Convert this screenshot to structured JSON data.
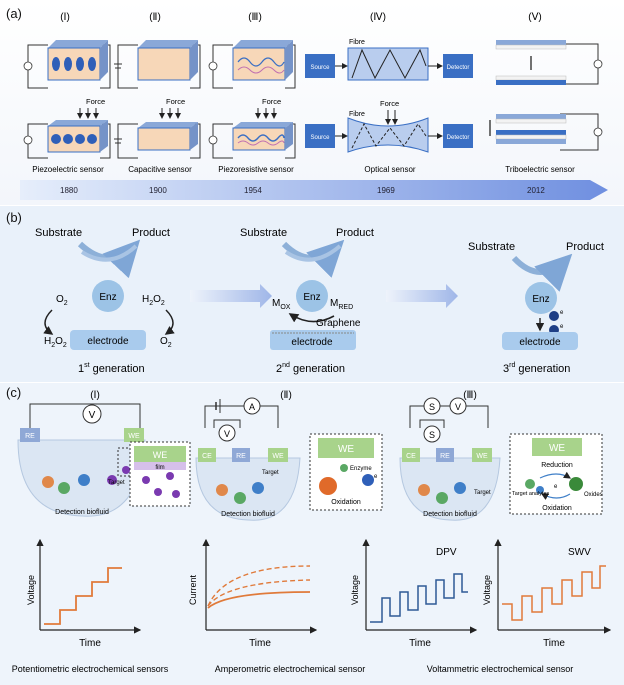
{
  "panel_a": {
    "label": "(a)",
    "col_labels": [
      "(Ⅰ)",
      "(Ⅱ)",
      "(Ⅲ)",
      "(Ⅳ)",
      "(Ⅴ)"
    ],
    "force_labels": [
      "Force",
      "Force",
      "Force",
      "Force"
    ],
    "fibre_labels": [
      "Fibre",
      "Fibre"
    ],
    "source_labels": [
      "Source",
      "Source"
    ],
    "detector_labels": [
      "Detector",
      "Detector"
    ],
    "sensor_names": [
      "Piezoelectric sensor",
      "Capacitive sensor",
      "Piezoresistive sensor",
      "Optical sensor",
      "Triboelectric sensor"
    ],
    "years": [
      "1880",
      "1900",
      "1954",
      "1969",
      "2012"
    ],
    "colors": {
      "block": "#3a6fc4",
      "plate": "#f7d7b8",
      "timeline": "#6f8fe0"
    }
  },
  "panel_b": {
    "label": "(b)",
    "substrate_labels": [
      "Substrate",
      "Substrate",
      "Substrate"
    ],
    "product_labels": [
      "Product",
      "Product",
      "Product"
    ],
    "enz_labels": [
      "Enz",
      "Enz",
      "Enz"
    ],
    "electrode_labels": [
      "electrode",
      "electrode",
      "electrode"
    ],
    "o2_labels": [
      "O",
      "O"
    ],
    "h2o2_labels": [
      "H",
      "O",
      "H",
      "O"
    ],
    "sub_2": "2",
    "m_ox": "M",
    "m_ox_sub": "OX",
    "m_red": "M",
    "m_red_sub": "RED",
    "graphene": "Graphene",
    "electron": "e",
    "gen_numbers": [
      "1",
      "2",
      "3"
    ],
    "gen_sups": [
      "st",
      "nd",
      "rd"
    ],
    "gen_word": " generation",
    "colors": {
      "enz": "#9cc3e6",
      "electrode": "#a9cbed",
      "bg": "#dce9f6"
    }
  },
  "panel_c": {
    "label": "(c)",
    "roman": [
      "(Ⅰ)",
      "(Ⅱ)",
      "(Ⅲ)"
    ],
    "meter_v": "V",
    "meter_a": "A",
    "meter_s": "S",
    "re": "RE",
    "we": "WE",
    "ce": "CE",
    "target": "Target",
    "film": "film",
    "detection": "Detection biofluid",
    "enzyme": "Enzyme",
    "oxidation": "Oxidation",
    "reduction": "Reduction",
    "target_analytes": "Target analytes",
    "oxides": "Oxides",
    "electron": "e",
    "plots": {
      "xlabel": "Time",
      "ylabels": [
        "Voltage",
        "Current",
        "Voltage",
        "Voltage"
      ],
      "dpv": "DPV",
      "swv": "SWV"
    },
    "captions": [
      "Potentiometric electrochemical sensors",
      "Amperometric electrochemical sensor",
      "Voltammetric electrochemical sensor"
    ],
    "colors": {
      "orange": "#e07a3a",
      "blue": "#2f5a96",
      "we": "#a8d38b",
      "re": "#8fa8d6"
    }
  }
}
